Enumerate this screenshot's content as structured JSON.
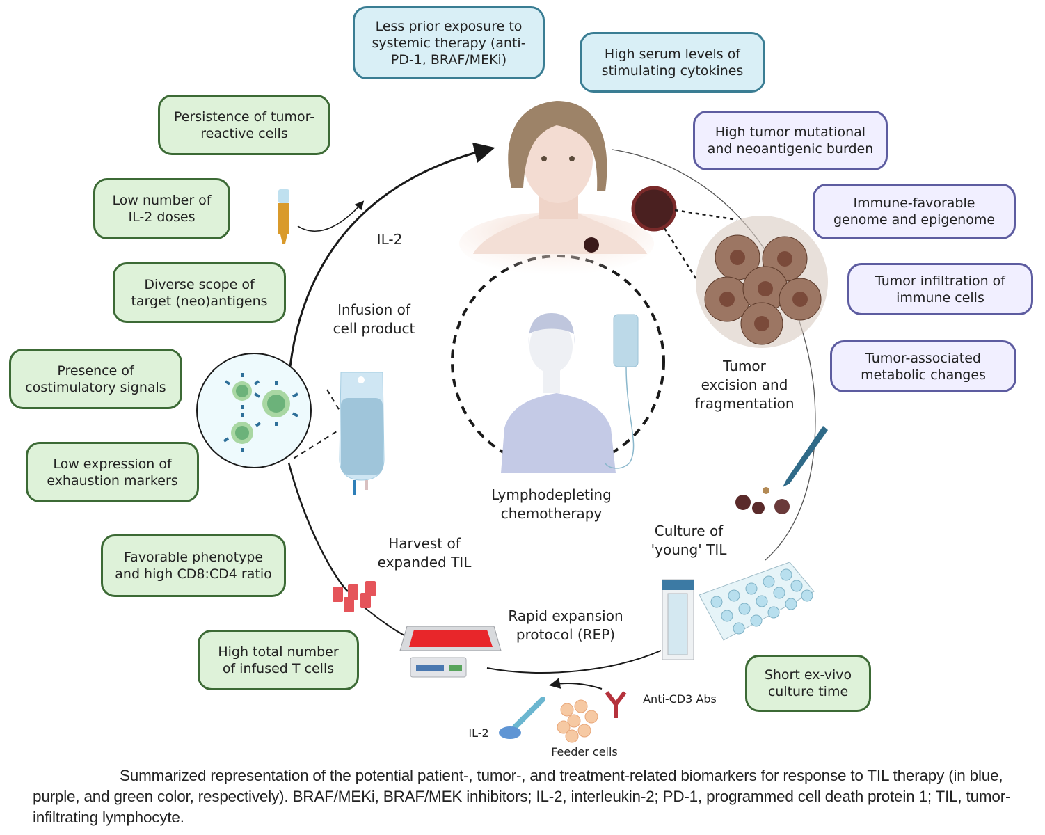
{
  "figure": {
    "patient_biomarkers_color": "#d9eff6",
    "tumor_biomarkers_color": "#f1efff",
    "treatment_biomarkers_color": "#def2d9",
    "patient_biomarkers": [
      "Less prior exposure to\nsystemic therapy (anti-\nPD-1, BRAF/MEKi)",
      "High serum levels of\nstimulating cytokines"
    ],
    "tumor_biomarkers": [
      "High tumor mutational\nand neoantigenic burden",
      "Immune-favorable\ngenome and epigenome",
      "Tumor infiltration of\nimmune cells",
      "Tumor-associated\nmetabolic changes"
    ],
    "treatment_biomarkers": [
      "Persistence of tumor-\nreactive cells",
      "Low number of\nIL-2 doses",
      "Diverse scope of\ntarget (neo)antigens",
      "Presence of\ncostimulatory signals",
      "Low expression of\nexhaustion markers",
      "Favorable phenotype\nand high CD8:CD4 ratio",
      "High total number\nof infused T cells",
      "Short ex-vivo\nculture time"
    ],
    "steps": {
      "il2_top": "IL-2",
      "infusion": "Infusion of\ncell product",
      "lymphodepleting": "Lymphodepleting\nchemotherapy",
      "tumor_excision": "Tumor\nexcision and\nfragmentation",
      "culture": "Culture of\n'young' TIL",
      "harvest": "Harvest of\nexpanded TIL",
      "rep": "Rapid expansion\nprotocol (REP)",
      "anti_cd3": "Anti-CD3 Abs",
      "il2_bottom": "IL-2",
      "feeder": "Feeder cells"
    }
  },
  "caption": "Summarized representation of the potential patient-, tumor-, and treatment-related biomarkers for response to TIL therapy (in blue, purple, and green color, respectively). BRAF/MEKi, BRAF/MEK inhibitors; IL-2, interleukin-2; PD-1, programmed cell death protein 1; TIL, tumor-infiltrating lymphocyte."
}
